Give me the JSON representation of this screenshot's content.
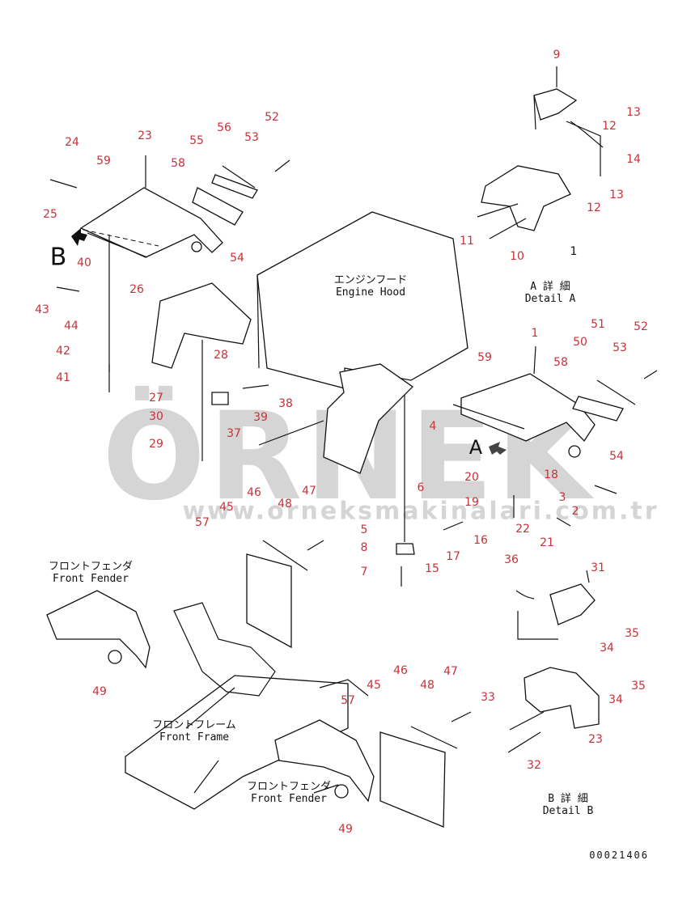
{
  "watermark": {
    "text": "ÖRNEK",
    "url": "www.orneksmakinalari.com.tr",
    "color": "#d5d5d5"
  },
  "doc_id": "00021406",
  "captions": {
    "engine_hood_jp": "エンジンフード",
    "engine_hood_en": "Engine Hood",
    "front_fender_jp": "フロントフェンダ",
    "front_fender_en": "Front Fender",
    "front_frame_jp": "フロントフレーム",
    "front_frame_en": "Front Frame",
    "front_fender2_jp": "フロントフェンダ",
    "front_fender2_en": "Front Fender",
    "detail_a_jp": "A 詳 細",
    "detail_a_en": "Detail A",
    "detail_b_jp": "B 詳 細",
    "detail_b_en": "Detail B",
    "view_b": "B",
    "view_a": "A"
  },
  "callouts": [
    {
      "id": "p9",
      "text": "9"
    },
    {
      "id": "p13a",
      "text": "13"
    },
    {
      "id": "p12a",
      "text": "12"
    },
    {
      "id": "p14",
      "text": "14"
    },
    {
      "id": "p13b",
      "text": "13"
    },
    {
      "id": "p12b",
      "text": "12"
    },
    {
      "id": "p11",
      "text": "11"
    },
    {
      "id": "p10",
      "text": "10"
    },
    {
      "id": "p1a",
      "text": "1"
    },
    {
      "id": "p24",
      "text": "24"
    },
    {
      "id": "p23a",
      "text": "23"
    },
    {
      "id": "p59a",
      "text": "59"
    },
    {
      "id": "p25",
      "text": "25"
    },
    {
      "id": "p58a",
      "text": "58"
    },
    {
      "id": "p55",
      "text": "55"
    },
    {
      "id": "p56",
      "text": "56"
    },
    {
      "id": "p53a",
      "text": "53"
    },
    {
      "id": "p52a",
      "text": "52"
    },
    {
      "id": "p54a",
      "text": "54"
    },
    {
      "id": "p40",
      "text": "40"
    },
    {
      "id": "p26",
      "text": "26"
    },
    {
      "id": "p43",
      "text": "43"
    },
    {
      "id": "p44",
      "text": "44"
    },
    {
      "id": "p42",
      "text": "42"
    },
    {
      "id": "p41",
      "text": "41"
    },
    {
      "id": "p28",
      "text": "28"
    },
    {
      "id": "p27",
      "text": "27"
    },
    {
      "id": "p38",
      "text": "38"
    },
    {
      "id": "p30",
      "text": "30"
    },
    {
      "id": "p39",
      "text": "39"
    },
    {
      "id": "p37",
      "text": "37"
    },
    {
      "id": "p29",
      "text": "29"
    },
    {
      "id": "p1b",
      "text": "1"
    },
    {
      "id": "p51",
      "text": "51"
    },
    {
      "id": "p50",
      "text": "50"
    },
    {
      "id": "p52b",
      "text": "52"
    },
    {
      "id": "p53b",
      "text": "53"
    },
    {
      "id": "p59b",
      "text": "59"
    },
    {
      "id": "p58b",
      "text": "58"
    },
    {
      "id": "p4",
      "text": "4"
    },
    {
      "id": "p54b",
      "text": "54"
    },
    {
      "id": "p18",
      "text": "18"
    },
    {
      "id": "p20",
      "text": "20"
    },
    {
      "id": "p3",
      "text": "3"
    },
    {
      "id": "p19",
      "text": "19"
    },
    {
      "id": "p2",
      "text": "2"
    },
    {
      "id": "p22",
      "text": "22"
    },
    {
      "id": "p21",
      "text": "21"
    },
    {
      "id": "p6",
      "text": "6"
    },
    {
      "id": "p5",
      "text": "5"
    },
    {
      "id": "p8",
      "text": "8"
    },
    {
      "id": "p17",
      "text": "17"
    },
    {
      "id": "p16",
      "text": "16"
    },
    {
      "id": "p15",
      "text": "15"
    },
    {
      "id": "p7",
      "text": "7"
    },
    {
      "id": "p46a",
      "text": "46"
    },
    {
      "id": "p47a",
      "text": "47"
    },
    {
      "id": "p45a",
      "text": "45"
    },
    {
      "id": "p48a",
      "text": "48"
    },
    {
      "id": "p57a",
      "text": "57"
    },
    {
      "id": "p49a",
      "text": "49"
    },
    {
      "id": "p36",
      "text": "36"
    },
    {
      "id": "p31",
      "text": "31"
    },
    {
      "id": "p35a",
      "text": "35"
    },
    {
      "id": "p34a",
      "text": "34"
    },
    {
      "id": "p46b",
      "text": "46"
    },
    {
      "id": "p47b",
      "text": "47"
    },
    {
      "id": "p45b",
      "text": "45"
    },
    {
      "id": "p48b",
      "text": "48"
    },
    {
      "id": "p33",
      "text": "33"
    },
    {
      "id": "p35b",
      "text": "35"
    },
    {
      "id": "p34b",
      "text": "34"
    },
    {
      "id": "p57b",
      "text": "57"
    },
    {
      "id": "p23b",
      "text": "23"
    },
    {
      "id": "p32",
      "text": "32"
    },
    {
      "id": "p49b",
      "text": "49"
    }
  ],
  "colors": {
    "callout": "#c8323a",
    "line": "#111111"
  }
}
